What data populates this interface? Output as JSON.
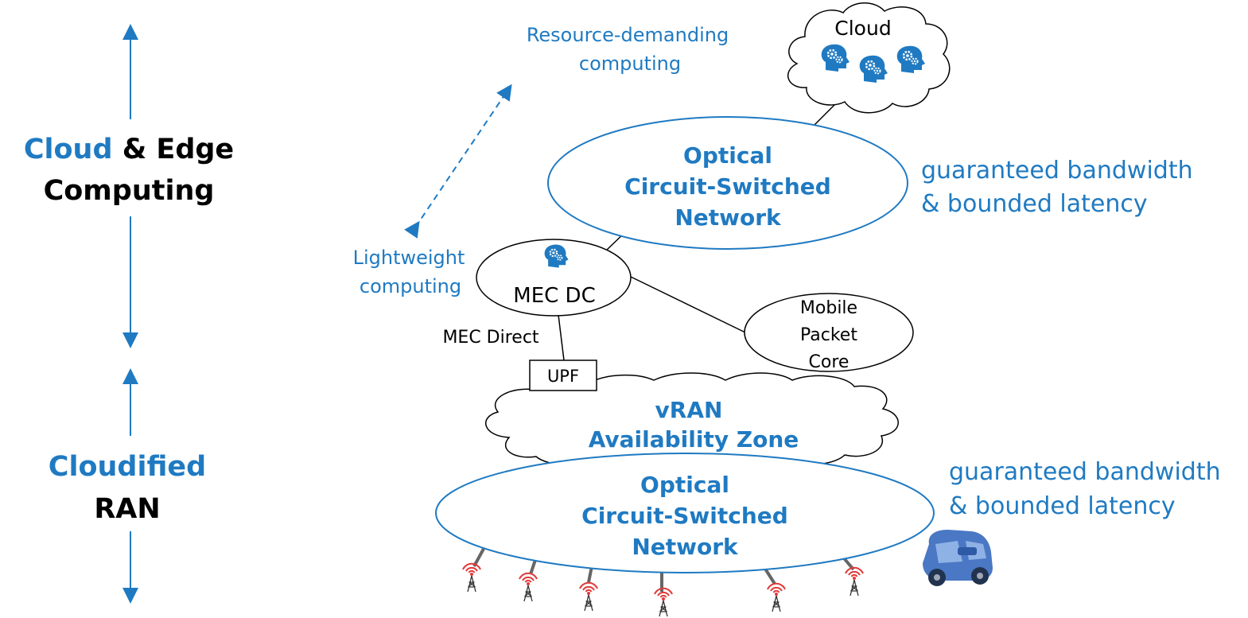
{
  "left_panel": {
    "top_label": {
      "word1": "Cloud",
      "word2": "& Edge",
      "line2": "Computing"
    },
    "bottom_label": {
      "line1": "Cloudified",
      "line2": "RAN"
    }
  },
  "resource_label": {
    "line1": "Resource-demanding",
    "line2": "computing"
  },
  "lightweight_label": {
    "line1": "Lightweight",
    "line2": "computing"
  },
  "cloud": {
    "label": "Cloud"
  },
  "ocs_top": {
    "line1": "Optical",
    "line2": "Circuit-Switched",
    "line3": "Network"
  },
  "ocs_bottom": {
    "line1": "Optical",
    "line2": "Circuit-Switched",
    "line3": "Network"
  },
  "guarantee_top": {
    "line1": "guaranteed bandwidth",
    "line2": "& bounded latency"
  },
  "guarantee_bottom": {
    "line1": "guaranteed bandwidth",
    "line2": "& bounded latency"
  },
  "mec": {
    "label": "MEC DC"
  },
  "mec_direct": {
    "label": "MEC Direct"
  },
  "upf": {
    "label": "UPF"
  },
  "packet_core": {
    "line1": "Mobile",
    "line2": "Packet",
    "line3": "Core"
  },
  "vran": {
    "line1": "vRAN",
    "line2": "Availability Zone"
  },
  "colors": {
    "accent": "#1f7ac2",
    "car": "#4a78c4"
  },
  "icons": [
    "ai-head-icon",
    "antenna-icon",
    "car-icon"
  ]
}
